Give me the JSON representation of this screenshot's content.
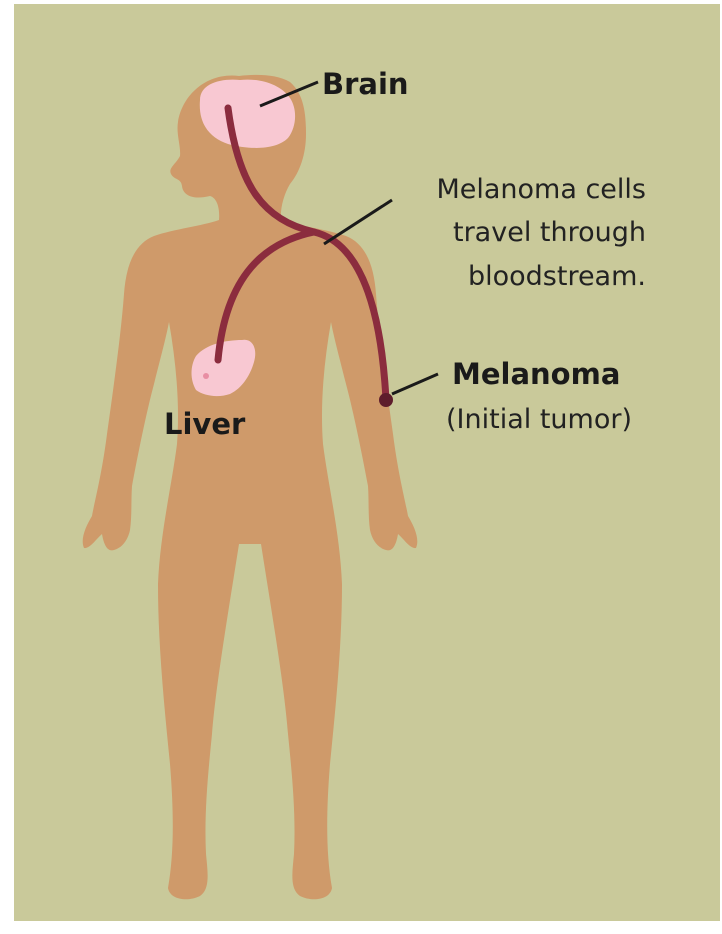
{
  "labels": {
    "brain": "Brain",
    "path_line1": "Melanoma cells",
    "path_line2": "travel through",
    "path_line3": "bloodstream.",
    "melanoma": "Melanoma",
    "melanoma_sub": "(Initial tumor)",
    "liver": "Liver"
  },
  "colors": {
    "background": "#c9c99a",
    "skin": "#cf9a6a",
    "organ": "#f8c8d2",
    "vessel": "#8b2c3e",
    "tumor": "#5e1d2c",
    "leader": "#1a1a1a"
  }
}
